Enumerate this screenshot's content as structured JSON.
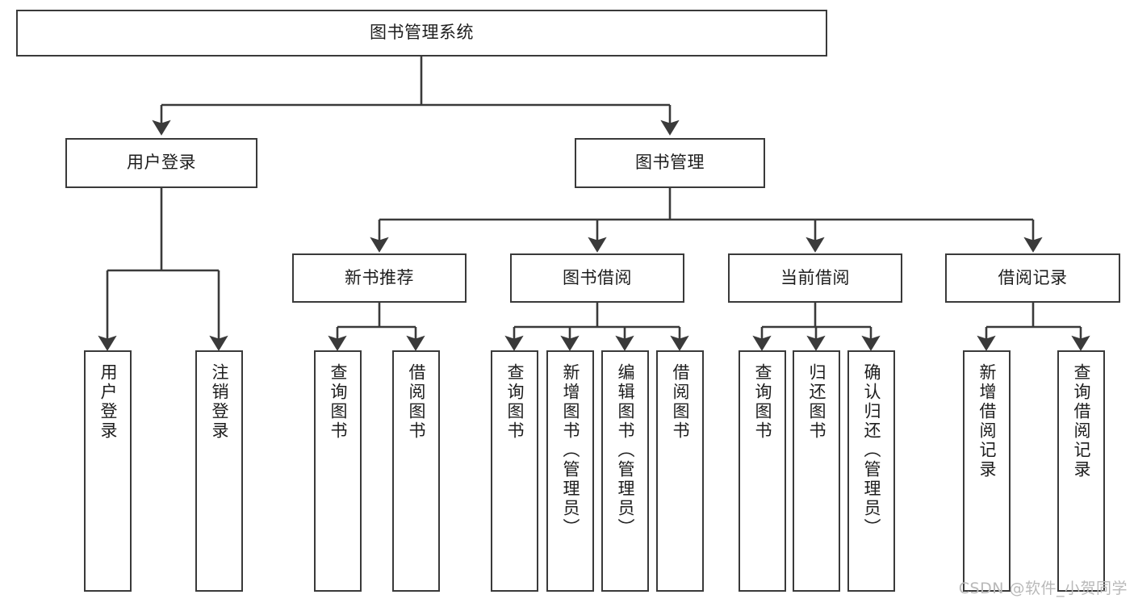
{
  "diagram": {
    "title": "图书管理系统",
    "type": "tree-hierarchy-chart",
    "colors": {
      "stroke": "#3a3a3a",
      "fill": "#ffffff",
      "text": "#1d1d1d",
      "watermark": "#b9b9b9"
    },
    "root": {
      "label": "图书管理系统"
    },
    "level2": [
      {
        "label": "用户登录"
      },
      {
        "label": "图书管理"
      }
    ],
    "level3": [
      {
        "label": "新书推荐"
      },
      {
        "label": "图书借阅"
      },
      {
        "label": "当前借阅"
      },
      {
        "label": "借阅记录"
      }
    ],
    "leaves": {
      "user_login": [
        {
          "label": "用户登录"
        },
        {
          "label": "注销登录"
        }
      ],
      "new_book_recommend": [
        {
          "label": "查询图书"
        },
        {
          "label": "借阅图书"
        }
      ],
      "book_borrow": [
        {
          "label": "查询图书"
        },
        {
          "label": "新增图书（管理员）"
        },
        {
          "label": "编辑图书（管理员）"
        },
        {
          "label": "借阅图书"
        }
      ],
      "current_borrow": [
        {
          "label": "查询图书"
        },
        {
          "label": "归还图书"
        },
        {
          "label": "确认归还（管理员）"
        }
      ],
      "borrow_record": [
        {
          "label": "新增借阅记录"
        },
        {
          "label": "查询借阅记录"
        }
      ]
    }
  },
  "watermark": {
    "text": "CSDN @软件_小贺同学"
  }
}
